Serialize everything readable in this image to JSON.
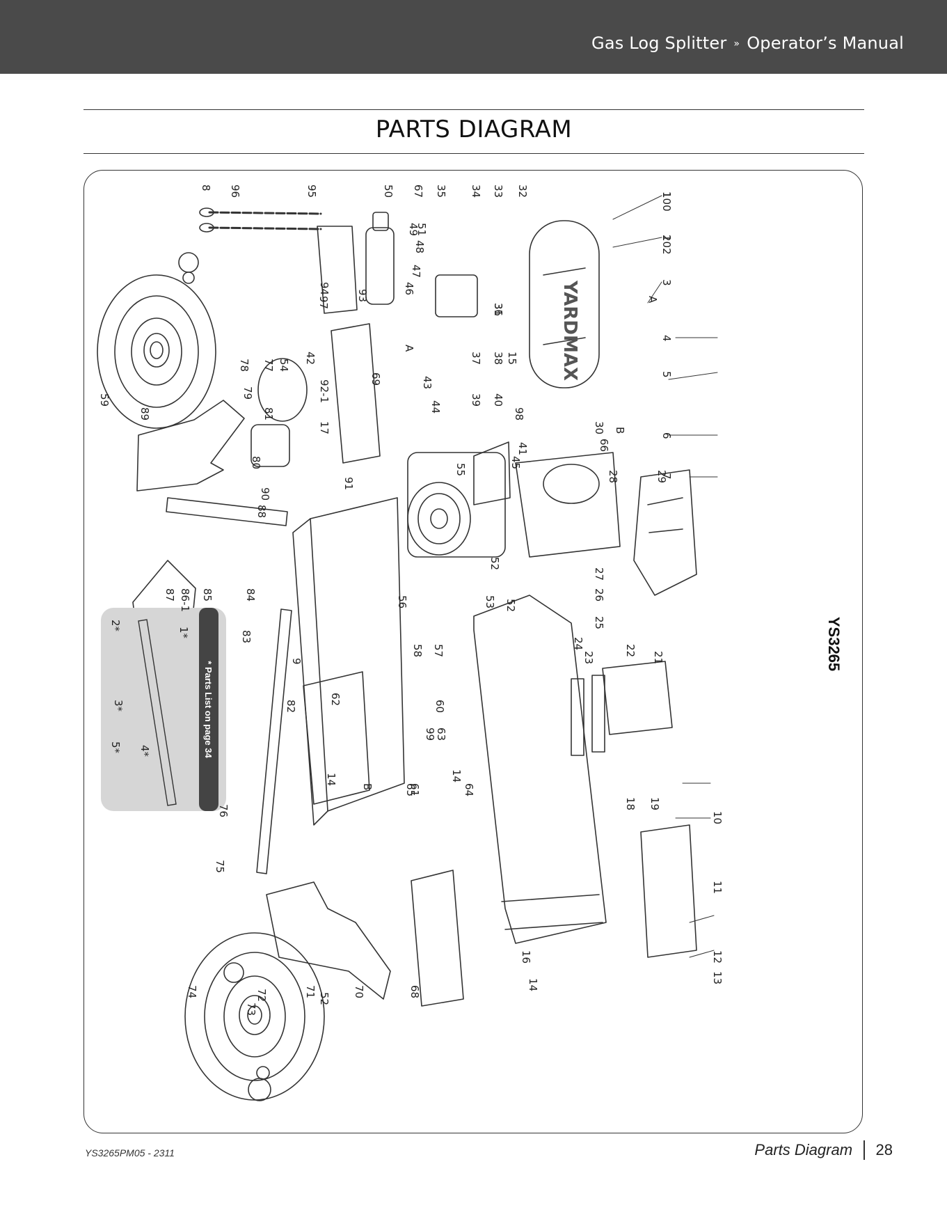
{
  "header": {
    "product": "Gas Log Splitter",
    "separator": "»",
    "manual": "Operator’s Manual"
  },
  "page_title": "PARTS DIAGRAM",
  "diagram": {
    "model": "YS3265",
    "brand_decal": "YARDMAX",
    "inset_note": "* Parts List on page 34",
    "inset_callouts": [
      "1*",
      "2*",
      "3*",
      "4*",
      "5*"
    ],
    "connection_markers": [
      "A",
      "A",
      "B",
      "B"
    ],
    "callouts": [
      "1",
      "2",
      "3",
      "4",
      "5",
      "6",
      "7",
      "8",
      "9",
      "10",
      "11",
      "12",
      "13",
      "14",
      "14",
      "14",
      "15",
      "16",
      "17",
      "18",
      "19",
      "21",
      "22",
      "23",
      "24",
      "25",
      "26",
      "27",
      "28",
      "29",
      "30",
      "31",
      "32",
      "33",
      "34",
      "35",
      "36",
      "37",
      "38",
      "39",
      "40",
      "41",
      "42",
      "43",
      "44",
      "45",
      "46",
      "47",
      "48",
      "49",
      "50",
      "51",
      "52",
      "52",
      "52",
      "53",
      "54",
      "55",
      "56",
      "57",
      "58",
      "59",
      "60",
      "61",
      "62",
      "63",
      "64",
      "65",
      "66",
      "67",
      "68",
      "69",
      "70",
      "71",
      "72",
      "73",
      "74",
      "75",
      "76",
      "77",
      "78",
      "79",
      "80",
      "81",
      "82",
      "83",
      "84",
      "85",
      "86-1",
      "87",
      "88",
      "89",
      "90",
      "91",
      "92-1",
      "93",
      "94",
      "95",
      "96",
      "97",
      "98",
      "99",
      "100",
      "102"
    ]
  },
  "footer": {
    "doc_code": "YS3265PM05 - 2311",
    "section": "Parts Diagram",
    "page_number": "28"
  }
}
